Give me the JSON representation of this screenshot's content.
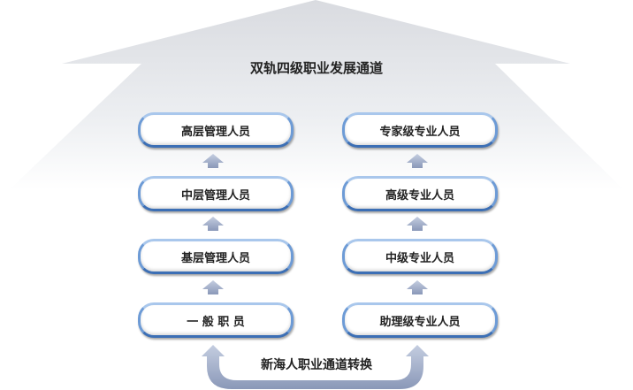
{
  "title": "双轨四级职业发展通道",
  "management_track": [
    "高层管理人员",
    "中层管理人员",
    "基层管理人员",
    "一 般 职 员"
  ],
  "professional_track": [
    "专家级专业人员",
    "高级专业人员",
    "中级专业人员",
    "助理级专业人员"
  ],
  "transfer_label": "新海人职业通道转换",
  "colors": {
    "box_border": "#6d9bd6",
    "arrow": "#97a6c4",
    "background_arrow": "#e4e6ea"
  }
}
